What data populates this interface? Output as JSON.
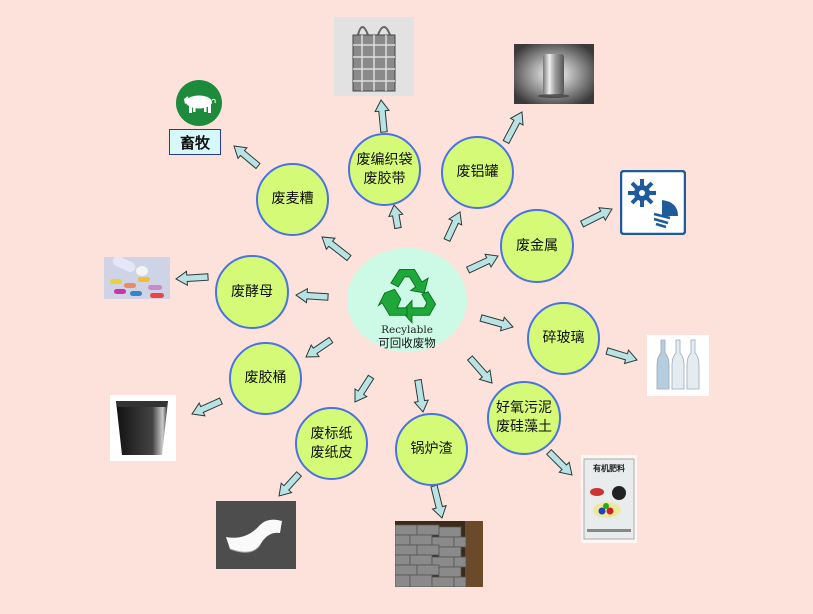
{
  "diagram": {
    "title": "可回收废物",
    "center": {
      "label_en": "Recylable",
      "label_cn": "可回收废物",
      "icon": "recycle-icon",
      "color": "#1fa83a"
    },
    "nodes": [
      {
        "id": "spent-grain",
        "lines": [
          "废麦糟"
        ],
        "output": "畜牧",
        "output_icon": "pig-icon"
      },
      {
        "id": "woven-bag",
        "lines": [
          "废编织袋",
          "废胶带"
        ],
        "output_icon": "woven-bag-image"
      },
      {
        "id": "aluminum-can",
        "lines": [
          "废铝罐"
        ],
        "output_icon": "aluminum-can-image"
      },
      {
        "id": "scrap-metal",
        "lines": [
          "废金属"
        ],
        "output_icon": "gear-screw-icon"
      },
      {
        "id": "broken-glass",
        "lines": [
          "碎玻璃"
        ],
        "output_icon": "glass-bottles-image"
      },
      {
        "id": "aerobic-sludge",
        "lines": [
          "好氧污泥",
          "废硅藻土"
        ],
        "output_icon": "organic-fertilizer-image",
        "output_text": "有机肥料"
      },
      {
        "id": "boiler-slag",
        "lines": [
          "锅炉渣"
        ],
        "output_icon": "bricks-image"
      },
      {
        "id": "waste-label",
        "lines": [
          "废标纸",
          "废纸皮"
        ],
        "output_icon": "paper-sheet-image"
      },
      {
        "id": "plastic-bucket",
        "lines": [
          "废胶桶"
        ],
        "output_icon": "trash-bin-image"
      },
      {
        "id": "waste-yeast",
        "lines": [
          "废酵母"
        ],
        "output_icon": "pills-image"
      }
    ],
    "colors": {
      "background": "#fce2da",
      "node_fill": "#d4fa78",
      "node_border": "#4a72e0",
      "center_fill": "#cdfae6",
      "arrow_fill": "#b9e2e4",
      "arrow_stroke": "#2a3a3a",
      "pig_circle": "#1e8a3c",
      "label_box": "#d6f8f8",
      "metal_icon": "#1f5b9a"
    }
  }
}
